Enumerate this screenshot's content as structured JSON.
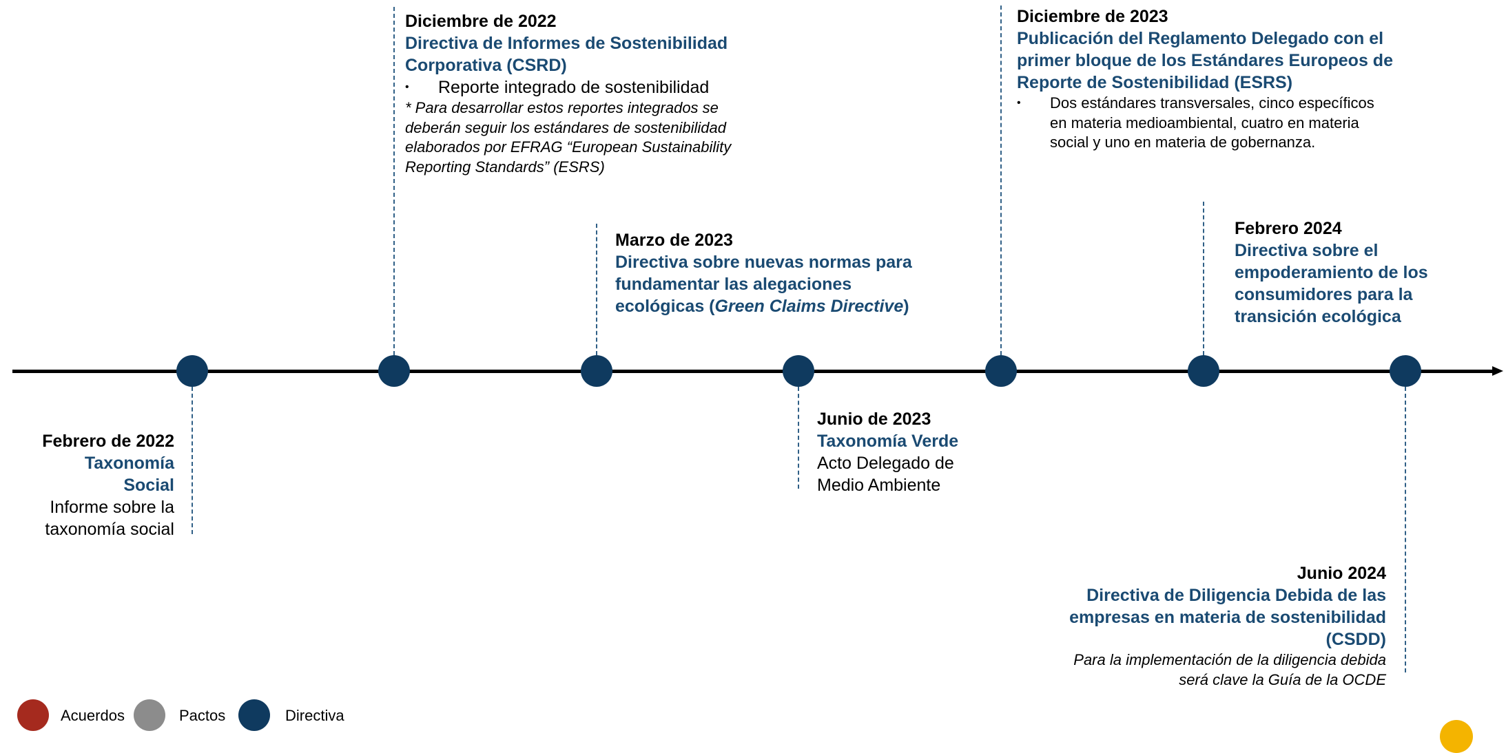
{
  "events": {
    "feb2022": {
      "date": "Febrero de 2022",
      "title_line1": "Taxonomía",
      "title_line2": "Social",
      "body_line1": "Informe sobre la",
      "body_line2": "taxonomía social"
    },
    "dec2022": {
      "date": "Diciembre de 2022",
      "title_line1": "Directiva de Informes de Sostenibilidad",
      "title_line2": "Corporativa (CSRD)",
      "bullet": "Reporte integrado de sostenibilidad",
      "note_line1": "* Para desarrollar estos reportes integrados se",
      "note_line2": "deberán seguir los estándares de sostenibilidad",
      "note_line3": "elaborados por EFRAG “European Sustainability",
      "note_line4": "Reporting Standards” (ESRS)"
    },
    "mar2023": {
      "date": "Marzo de 2023",
      "title_line1": "Directiva sobre nuevas normas para",
      "title_line2": "fundamentar las alegaciones",
      "title_line3_prefix": "ecológicas (",
      "title_line3_italic": "Green Claims Directive",
      "title_line3_suffix": ")"
    },
    "jun2023": {
      "date": "Junio de 2023",
      "title": "Taxonomía Verde",
      "body_line1": "Acto Delegado de",
      "body_line2": "Medio Ambiente"
    },
    "dec2023": {
      "date": "Diciembre de 2023",
      "title_line1": "Publicación del Reglamento Delegado con el",
      "title_line2": "primer bloque de los Estándares Europeos de",
      "title_line3": "Reporte de Sostenibilidad (ESRS)",
      "bullet_line1": "Dos estándares transversales, cinco específicos",
      "bullet_line2": "en materia medioambiental, cuatro en materia",
      "bullet_line3": "social y uno en materia de gobernanza."
    },
    "feb2024": {
      "date": "Febrero 2024",
      "title_line1": "Directiva sobre el",
      "title_line2": "empoderamiento de los",
      "title_line3": "consumidores para la",
      "title_line4": "transición ecológica"
    },
    "jun2024": {
      "date": "Junio 2024",
      "title_line1": "Directiva de Diligencia Debida de las",
      "title_line2": "empresas en materia de sostenibilidad",
      "title_line3": "(CSDD)",
      "note_line1": "Para la implementación de la diligencia debida",
      "note_line2": "será clave la Guía de la OCDE"
    }
  },
  "legend": {
    "items": [
      {
        "label": "Acuerdos",
        "color": "#a52a1e"
      },
      {
        "label": "Pactos",
        "color": "#8c8c8c"
      },
      {
        "label": "Directiva",
        "color": "#0f3a5f"
      }
    ]
  },
  "colors": {
    "node": "#0f3a5f",
    "title": "#1a4a72",
    "dashed_line": "#2f5f86",
    "axis": "#000000"
  },
  "icons": {
    "logo": "logo-icon",
    "bullet": "bullet-dot-icon"
  }
}
